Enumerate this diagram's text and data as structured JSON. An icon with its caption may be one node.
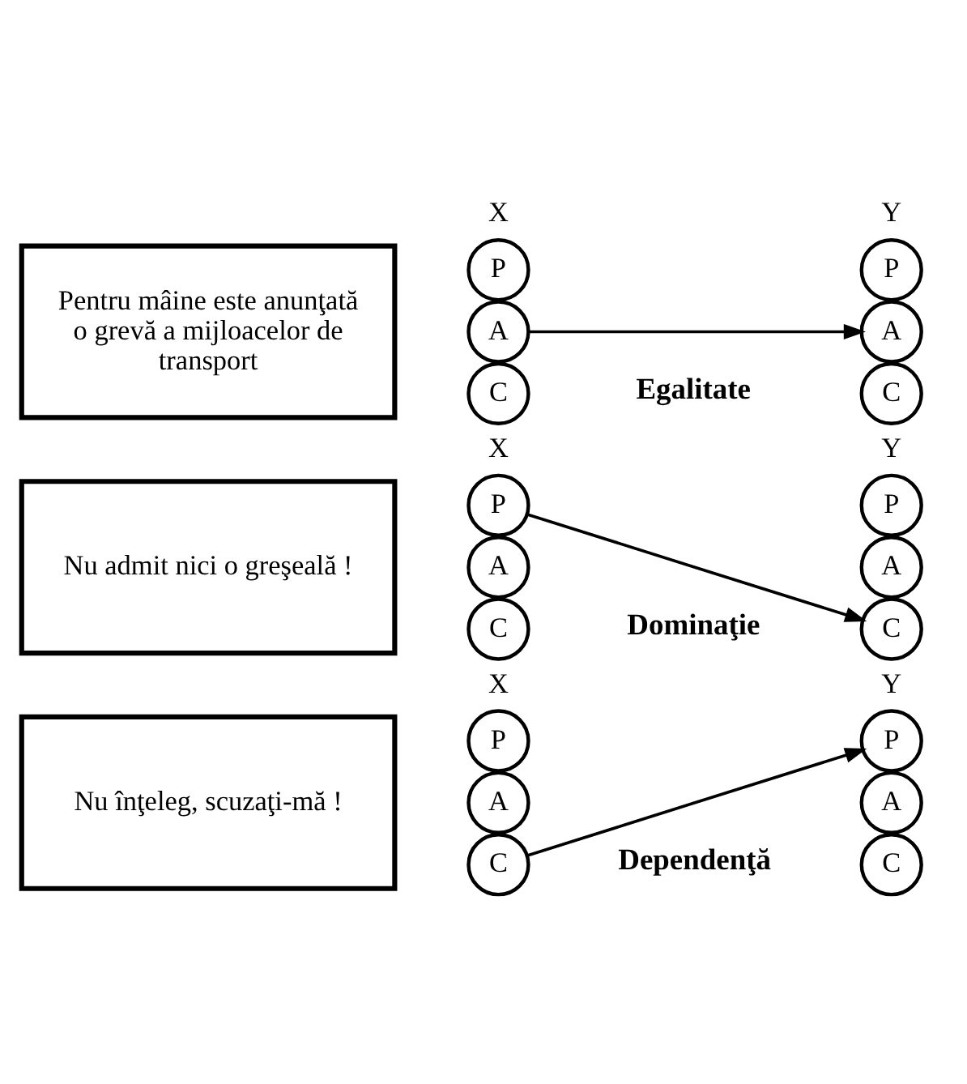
{
  "diagram": {
    "nodes": [
      {
        "text": [
          "Pentru mâine este anunţată o grevă a mijloacelor de transport"
        ]
      },
      {
        "text": [
          "P"
        ]
      },
      {
        "text": [
          "A"
        ]
      },
      {
        "text": [
          "C"
        ]
      },
      {
        "text": [
          "P"
        ]
      },
      {
        "text": [
          "A"
        ]
      },
      {
        "text": [
          "C"
        ]
      },
      {
        "text": [
          "Nu admit nici o greşeală !"
        ]
      },
      {
        "text": [
          "P"
        ]
      },
      {
        "text": [
          "A"
        ]
      },
      {
        "text": [
          "C"
        ]
      },
      {
        "text": [
          "P"
        ]
      },
      {
        "text": [
          "A"
        ]
      },
      {
        "text": [
          "C"
        ]
      },
      {
        "text": [
          "Nu înţeleg, scuzaţi-mă !"
        ]
      },
      {
        "text": [
          "P"
        ]
      },
      {
        "text": [
          "A"
        ]
      },
      {
        "text": [
          "C"
        ]
      },
      {
        "text": [
          "P"
        ]
      },
      {
        "text": [
          "A"
        ]
      },
      {
        "text": [
          "C"
        ]
      }
    ],
    "edges": [
      {
        "from": 2,
        "to": 5,
        "arrow": "to"
      },
      {
        "from": 8,
        "to": 13,
        "arrow": "to"
      },
      {
        "from": 17,
        "to": 18,
        "arrow": "to"
      }
    ],
    "labels": [
      "X",
      "Y",
      "Egalitate",
      "X",
      "Y",
      "Dominaţie",
      "X",
      "Y",
      "Dependenţă"
    ]
  }
}
